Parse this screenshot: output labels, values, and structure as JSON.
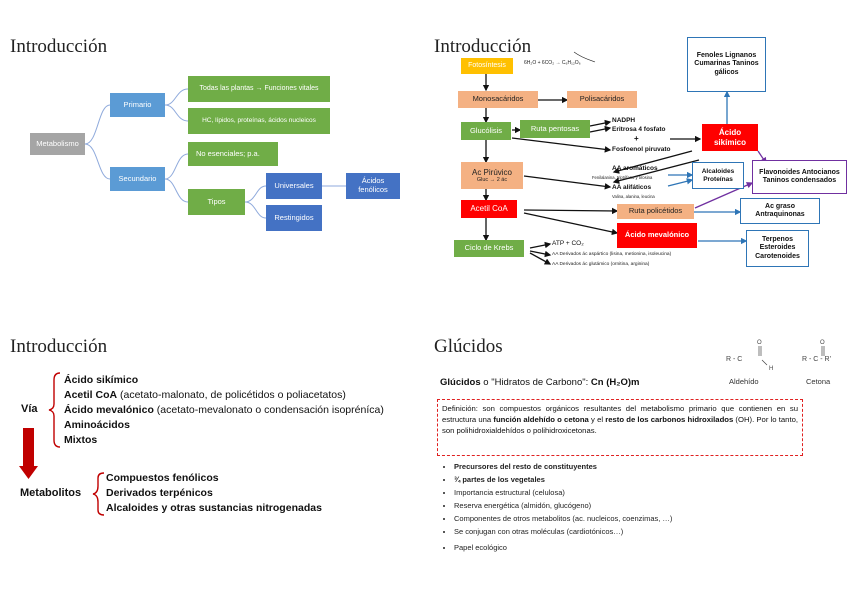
{
  "slide1": {
    "title": "Introducción",
    "nodes": {
      "metabolismo": "Metabolismo",
      "primario": "Primario",
      "secundario": "Secundario",
      "todas_plantas": "Todas las plantas → Funciones vitales",
      "hc_lipidos": "HC, lípidos, proteínas, ácidos nucleicos",
      "no_esenciales": "No esenciales; p.a.",
      "tipos": "Tipos",
      "universales": "Universales",
      "restingidos": "Restingidos",
      "acidos_fenolicos": "Ácidos fenólicos"
    },
    "colors": {
      "grey": "#a5a5a5",
      "blue": "#5b9bd5",
      "green": "#70ad47",
      "darkblue": "#4472c4"
    }
  },
  "slide2": {
    "title": "Introducción",
    "equation": "6H₂O + 6CO₂ → C₆H₁₂O₆",
    "nodes": {
      "fotosintesis": "Fotosíntesis",
      "monosacaridos": "Monosacáridos",
      "polisacaridos": "Polisacáridos",
      "glucolisis": "Glucólisis",
      "ruta_pentosas": "Ruta pentosas",
      "nadph": "NADPH",
      "eritrosa": "Eritrosa 4 fosfato",
      "plus": "+",
      "fosfoenol": "Fosfoenol piruvato",
      "acido_sikimico": "Ácido sikímico",
      "ac_piruvico": "Ac Pirúvico",
      "gluc_2ac": "Gluc → 2 ác",
      "aa_aromaticos": "AA aromáticos",
      "aa_aromaticos_sub": "Fenilalanina, triptófano y tirosina",
      "aa_alifaticos": "AA alifáticos",
      "aa_alifaticos_sub": "Valina, alanina, leucina",
      "alcaloides_proteinas": "Alcaloides Proteínas",
      "acetil_coa": "Acetil CoA",
      "ruta_policetidos": "Ruta policétidos",
      "acido_mevalonico": "Ácido mevalónico",
      "ciclo_krebs": "Ciclo de Krebs",
      "atp": "ATP + CO₂",
      "aa_derivados_1": "AA Derivados ác aspártico (lisina, metionina, isoleucina)",
      "aa_derivados_2": "AA Derivados ác glutámico (ornitina, arginina)",
      "fenoles": "Fenoles Lignanos Cumarinas Taninos gálicos",
      "flavonoides": "Flavonoides Antocianos Taninos condensados",
      "ac_graso": "Ac graso Antraquinonas",
      "terpenos": "Terpenos Esteroides Carotenoides"
    },
    "colors": {
      "yellow": "#ffc000",
      "salmon": "#f4b183",
      "green": "#70ad47",
      "red": "#ff0000",
      "purple": "#7030a0",
      "blue": "#2e75b6",
      "darkred": "#c00000"
    }
  },
  "slide3": {
    "title": "Introducción",
    "via_label": "Vía",
    "via_items": [
      {
        "bold": "Ácido sikímico",
        "rest": ""
      },
      {
        "bold": "Acetil CoA",
        "rest": " (acetato-malonato, de policétidos o poliacetatos)"
      },
      {
        "bold": "Ácido mevalónico",
        "rest": " (acetato-mevalonato o condensación isopréníca)"
      },
      {
        "bold": "Aminoácidos",
        "rest": ""
      },
      {
        "bold": "Mixtos",
        "rest": ""
      }
    ],
    "metabolitos_label": "Metabolitos",
    "metabolitos_items": [
      "Compuestos fenólicos",
      "Derivados terpénicos",
      "Alcaloides y otras sustancias nitrogenadas"
    ]
  },
  "slide4": {
    "title": "Glúcidos",
    "heading_bold": "Glúcidos",
    "heading_rest": " o \"Hidratos de Carbono\": ",
    "heading_formula": "Cn (H₂O)m",
    "aldehido_label": "Aldehído",
    "cetona_label": "Cetona",
    "aldehido_formula": "R - C",
    "cetona_formula": "R - C - R'",
    "definition": {
      "p1": "Definición: son compuestos orgánicos resultantes del metabolismo primario que contienen en su estructura una ",
      "b1": "función aldehído o cetona",
      "p2": " y el ",
      "b2": "resto de los carbonos hidroxilados",
      "p3": " (OH). Por lo tanto, son polihidroxialdehídos o polihidroxicetonas."
    },
    "bullets": [
      {
        "text": "Precursores del resto de constituyentes",
        "bold": true
      },
      {
        "text": "¾ partes de los vegetales",
        "bold": true
      },
      {
        "text": "Importancia estructural (celulosa)",
        "bold": false
      },
      {
        "text": "Reserva energética (almidón, glucógeno)",
        "bold": false
      },
      {
        "text": "Componentes de otros metabolitos (ac. nucleicos, coenzimas, …)",
        "bold": false
      },
      {
        "text": "Se conjugan con  otras moléculas (cardiotónicos…)",
        "bold": false
      },
      {
        "text": "Papel ecológico",
        "bold": false
      }
    ]
  }
}
